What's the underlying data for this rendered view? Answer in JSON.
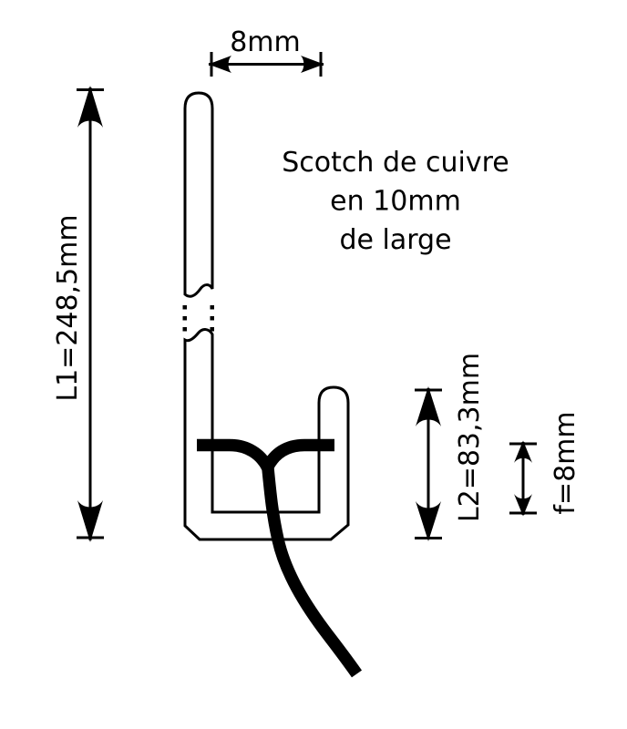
{
  "diagram": {
    "title": {
      "line1": "Scotch de cuivre",
      "line2": "en 10mm",
      "line3": "de large"
    },
    "dimensions": {
      "gap_label": "8mm",
      "l1_label": "L1=248,5mm",
      "l2_label": "L2=83,3mm",
      "feed_label": "f=8mm"
    },
    "colors": {
      "ink": "#000000",
      "background": "#ffffff"
    }
  }
}
